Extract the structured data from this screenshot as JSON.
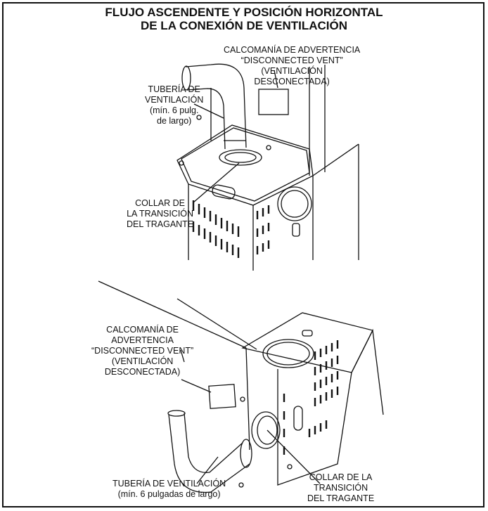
{
  "title": {
    "line1": "FLUJO ASCENDENTE Y POSICIÓN HORIZONTAL",
    "line2": "DE LA CONEXIÓN DE VENTILACIÓN"
  },
  "top_figure": {
    "warning_decal": [
      "CALCOMANÍA DE ADVERTENCIA",
      "“DISCONNECTED VENT”",
      "(VENTILACIÓN",
      "DESCONECTADA)"
    ],
    "vent_pipe": [
      "TUBERÍA DE",
      "VENTILACIÓN",
      "(mín. 6 pulg.",
      "de largo)"
    ],
    "collar": [
      "COLLAR DE",
      "LA TRANSICIÓN",
      "DEL TRAGANTE"
    ]
  },
  "bottom_figure": {
    "warning_decal": [
      "CALCOMANÍA DE",
      "ADVERTENCIA",
      "“DISCONNECTED VENT”",
      "(VENTILACIÓN",
      "DESCONECTADA)"
    ],
    "vent_pipe": [
      "TUBERÍA DE VENTILACIÓN",
      "(mín. 6 pulgadas de largo)"
    ],
    "collar": [
      "COLLAR DE LA",
      "TRANSICIÓN",
      "DEL TRAGANTE"
    ]
  }
}
